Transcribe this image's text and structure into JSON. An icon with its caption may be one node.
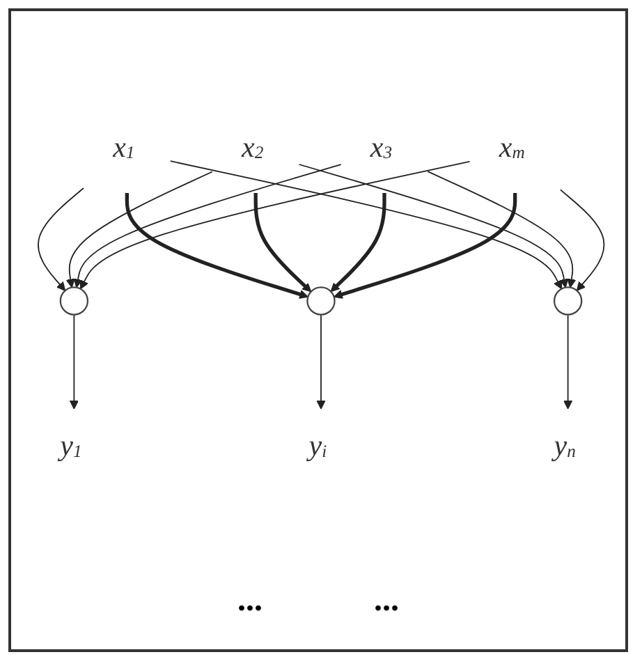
{
  "diagram": {
    "nodes": [
      {
        "text": [
          "x$_{1}$"
        ]
      },
      {
        "text": [
          "x$_{2}$"
        ]
      },
      {
        "text": [
          "x$_{3}$"
        ]
      },
      {
        "text": [
          "x$_{m}$"
        ]
      },
      {
        "text": [],
        "shape": "circle"
      },
      {
        "text": [],
        "shape": "circle"
      },
      {
        "text": [],
        "shape": "circle"
      },
      {
        "text": [
          "y$_{1}$"
        ]
      },
      {
        "text": [
          "y$_{i}$"
        ]
      },
      {
        "text": [
          "y$_{n}$"
        ]
      }
    ],
    "edges": [
      {
        "from": 0,
        "to": 4,
        "arrow": "to"
      },
      {
        "from": 0,
        "to": 5,
        "arrow": "to",
        "style": "thick"
      },
      {
        "from": 0,
        "to": 6,
        "arrow": "to"
      },
      {
        "from": 1,
        "to": 4,
        "arrow": "to"
      },
      {
        "from": 1,
        "to": 5,
        "arrow": "to",
        "style": "thick"
      },
      {
        "from": 1,
        "to": 6,
        "arrow": "to"
      },
      {
        "from": 2,
        "to": 4,
        "arrow": "to"
      },
      {
        "from": 2,
        "to": 5,
        "arrow": "to",
        "style": "thick"
      },
      {
        "from": 2,
        "to": 6,
        "arrow": "to"
      },
      {
        "from": 3,
        "to": 4,
        "arrow": "to"
      },
      {
        "from": 3,
        "to": 5,
        "arrow": "to",
        "style": "thick"
      },
      {
        "from": 3,
        "to": 6,
        "arrow": "to"
      },
      {
        "from": 4,
        "to": 7,
        "arrow": "to"
      },
      {
        "from": 5,
        "to": 8,
        "arrow": "to"
      },
      {
        "from": 6,
        "to": 9,
        "arrow": "to"
      }
    ],
    "labels": [
      "...",
      "..."
    ]
  }
}
